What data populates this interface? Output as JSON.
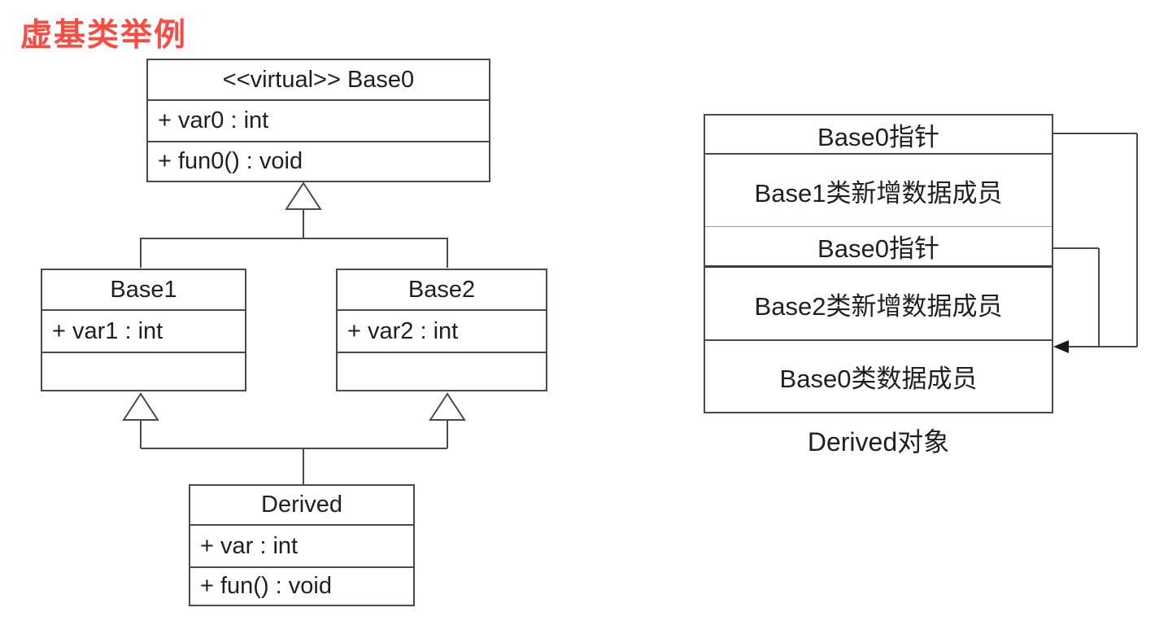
{
  "title": {
    "text": "虚基类举例"
  },
  "uml": {
    "base0": {
      "title": "<<virtual>> Base0",
      "attr": "+ var0 : int",
      "method": "+ fun0() : void"
    },
    "base1": {
      "title": "Base1",
      "attr": "+ var1 : int"
    },
    "base2": {
      "title": "Base2",
      "attr": "+ var2 : int"
    },
    "derived": {
      "title": "Derived",
      "attr": "+ var : int",
      "method": "+ fun() : void"
    }
  },
  "memory": {
    "rows": [
      "Base0指针",
      "Base1类新增数据成员",
      "Base0指针",
      "Base2类新增数据成员",
      "Base0类数据成员"
    ],
    "caption": "Derived对象"
  },
  "colors": {
    "accent_red": "#fa4b42",
    "line": "#4a4a4a",
    "text": "#1f1f1f"
  }
}
